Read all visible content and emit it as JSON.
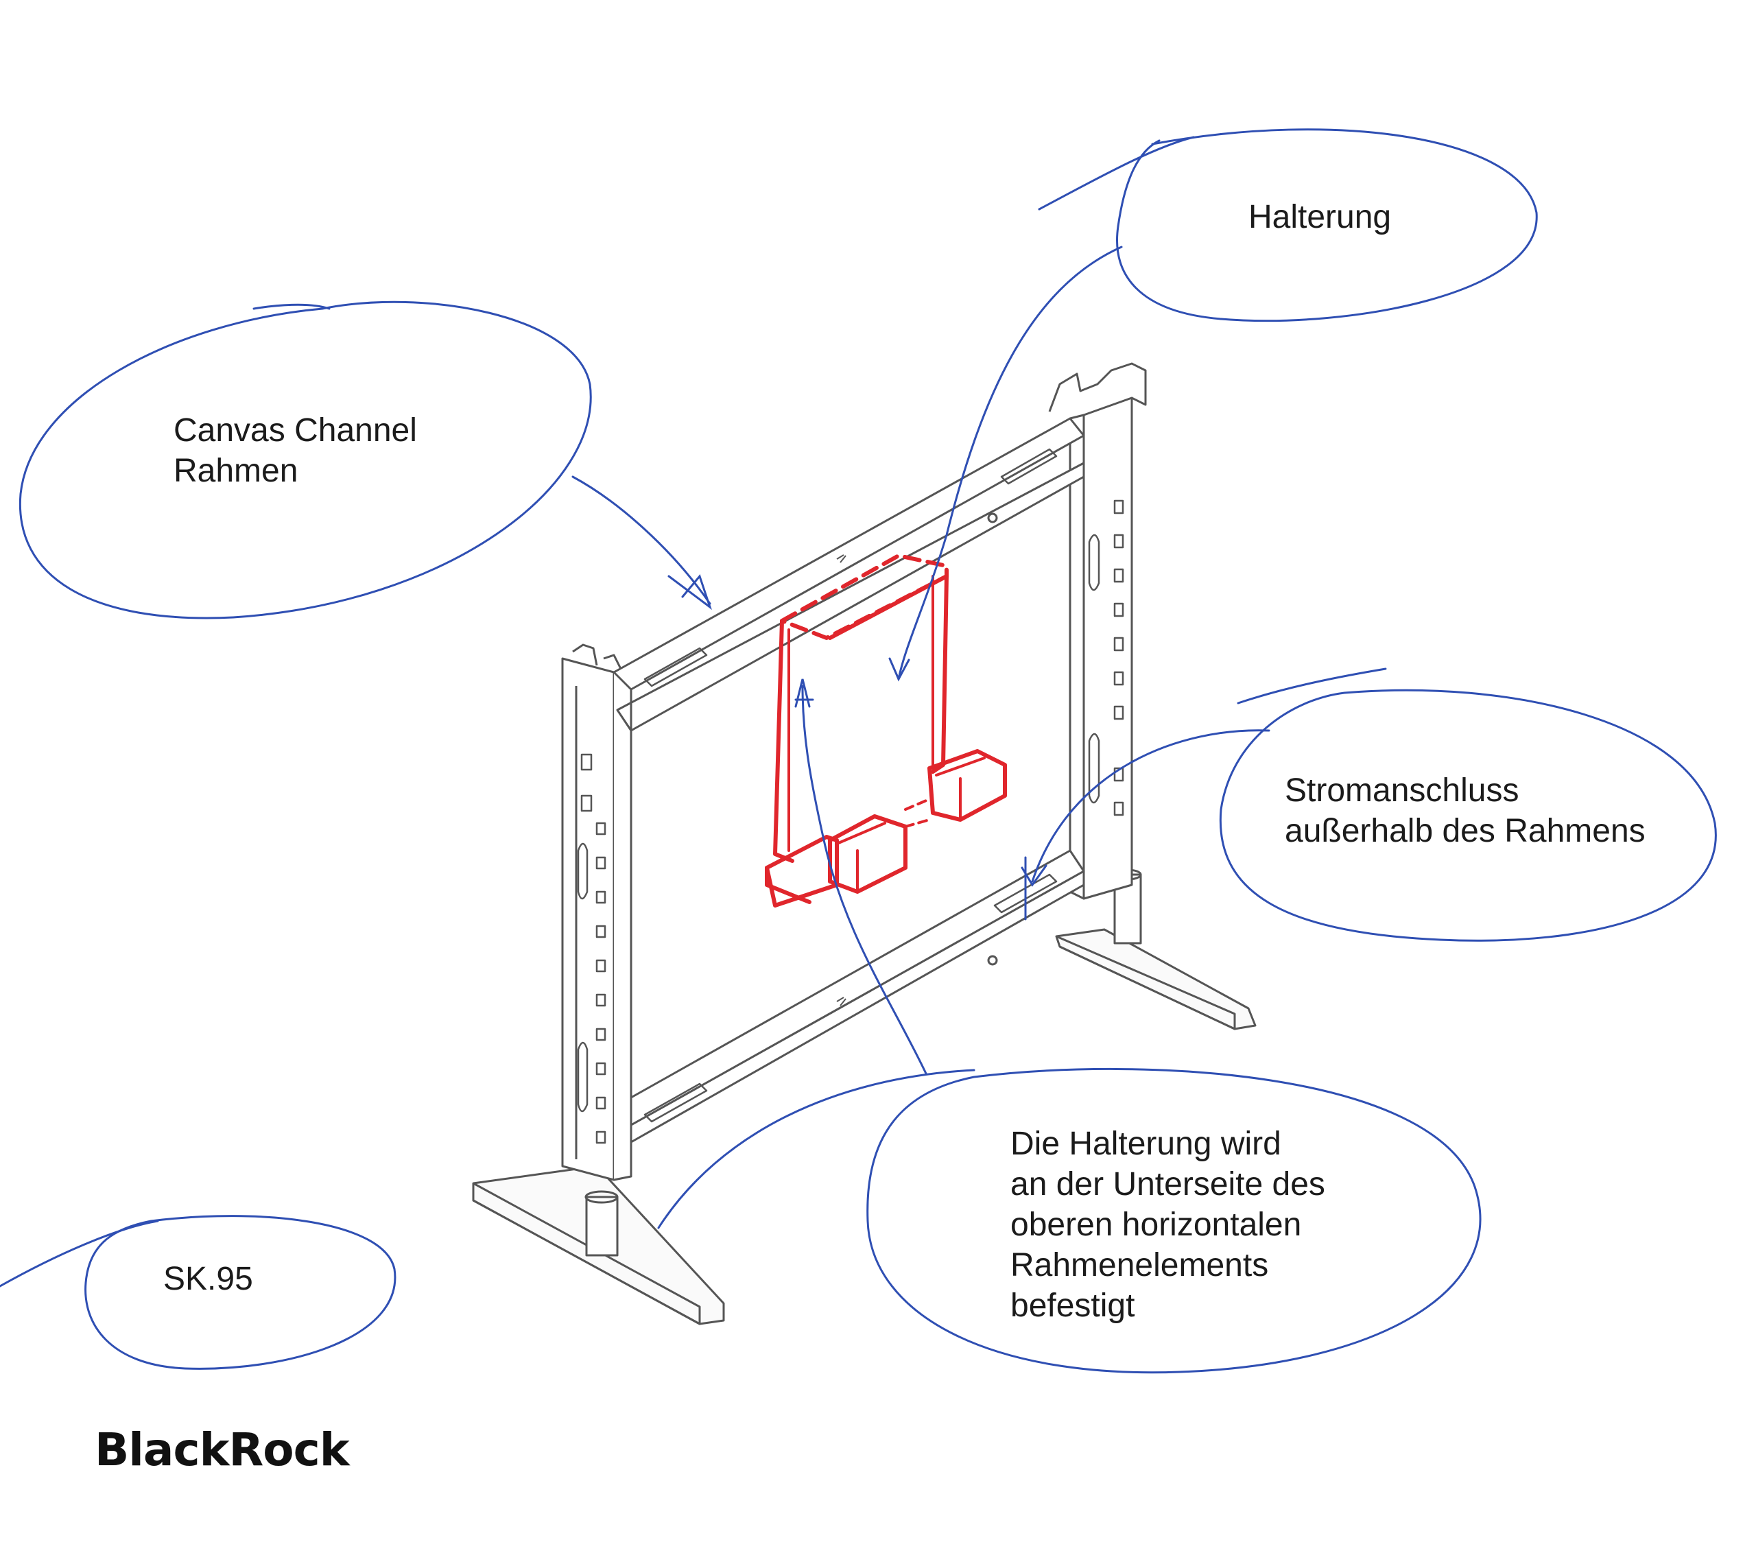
{
  "colors": {
    "annotation_blue": "#2f4fb3",
    "bracket_red": "#e0262c",
    "frame_gray": "#555555"
  },
  "callouts": {
    "halterung": "Halterung",
    "canvas_line1": "Canvas Channel",
    "canvas_line2": "Rahmen",
    "strom_line1": "Stromanschluss",
    "strom_line2": "außerhalb des Rahmens",
    "mount_line1": "Die Halterung wird",
    "mount_line2": "an der Unterseite des",
    "mount_line3": "oberen horizontalen",
    "mount_line4": "Rahmenelements",
    "mount_line5": "befestigt",
    "model": "SK.95"
  },
  "brand": {
    "name": "BlackRock"
  }
}
